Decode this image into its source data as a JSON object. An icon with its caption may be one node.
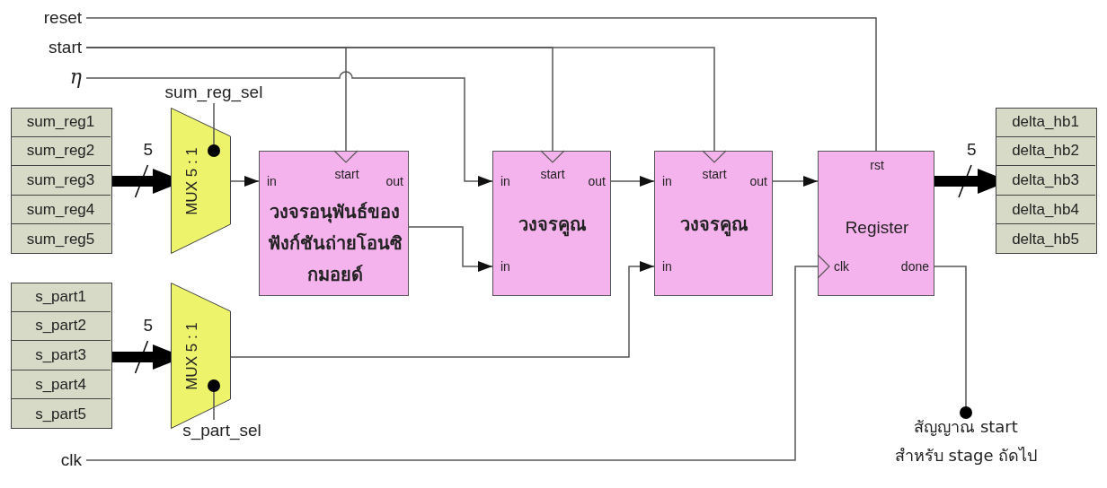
{
  "diagram": {
    "nodes": [
      {
        "text": [
          "reset"
        ]
      },
      {
        "text": [
          "start"
        ]
      },
      {
        "text": [
          "η"
        ]
      },
      {
        "text": [
          "sum_reg_sel"
        ]
      },
      {
        "text": [],
        "shape": "box"
      },
      {
        "text": [
          "sum_reg1"
        ],
        "in": 4
      },
      {
        "text": [
          "sum_reg2"
        ],
        "in": 4
      },
      {
        "text": [
          "sum_reg3"
        ],
        "in": 4
      },
      {
        "text": [
          "sum_reg4"
        ],
        "in": 4
      },
      {
        "text": [
          "sum_reg5"
        ],
        "in": 4
      },
      {
        "text": [
          "MUX 5 : 1"
        ]
      },
      {
        "text": [
          "in",
          "start",
          "out",
          "วงจรอนุพันธ์ของฟังก์ชันถ่ายโอนซิกมอยด์"
        ]
      },
      {
        "text": [
          "in",
          "start",
          "out",
          "วงจรคูณ",
          "in"
        ]
      },
      {
        "text": [
          "in",
          "start",
          "out",
          "วงจรคูณ",
          "in"
        ]
      },
      {
        "text": [
          "rst",
          "Register",
          "clk",
          "done"
        ]
      },
      {
        "text": [],
        "shape": "box"
      },
      {
        "text": [
          "delta_hb1"
        ],
        "in": 15
      },
      {
        "text": [
          "delta_hb2"
        ],
        "in": 15
      },
      {
        "text": [
          "delta_hb3"
        ],
        "in": 15
      },
      {
        "text": [
          "delta_hb4"
        ],
        "in": 15
      },
      {
        "text": [
          "delta_hb5"
        ],
        "in": 15
      },
      {
        "text": [],
        "shape": "box"
      },
      {
        "text": [
          "s_part1"
        ],
        "in": 21
      },
      {
        "text": [
          "s_part2"
        ],
        "in": 21
      },
      {
        "text": [
          "s_part3"
        ],
        "in": 21
      },
      {
        "text": [
          "s_part4"
        ],
        "in": 21
      },
      {
        "text": [
          "s_part5"
        ],
        "in": 21
      },
      {
        "text": [
          "MUX 5 : 1"
        ]
      },
      {
        "text": [
          "s_part_sel"
        ]
      },
      {
        "text": [
          "clk"
        ]
      },
      {
        "text": [
          "สัญญาณ start สำหรับ stage ถัดไป"
        ]
      }
    ],
    "edges": [
      {
        "from": 0,
        "to": 14,
        "arrow": "none"
      },
      {
        "from": 1,
        "to": 11,
        "arrow": "to"
      },
      {
        "from": 1,
        "to": 12,
        "arrow": "to"
      },
      {
        "from": 1,
        "to": 13,
        "arrow": "to"
      },
      {
        "from": 2,
        "to": 12,
        "arrow": "to"
      },
      {
        "from": 3,
        "to": 10,
        "arrow": "other"
      },
      {
        "from": 4,
        "to": 10,
        "arrow": "to",
        "label": "5",
        "style": "thick"
      },
      {
        "from": 10,
        "to": 11,
        "arrow": "to"
      },
      {
        "from": 11,
        "to": 12,
        "arrow": "to"
      },
      {
        "from": 12,
        "to": 13,
        "arrow": "to"
      },
      {
        "from": 13,
        "to": 14,
        "arrow": "to"
      },
      {
        "from": 14,
        "to": 15,
        "arrow": "to",
        "label": "5",
        "style": "thick"
      },
      {
        "from": 21,
        "to": 27,
        "arrow": "to",
        "label": "5",
        "style": "thick"
      },
      {
        "from": 27,
        "to": 13,
        "arrow": "to"
      },
      {
        "from": 28,
        "to": 27,
        "arrow": "other"
      },
      {
        "from": 29,
        "to": 14,
        "arrow": "to"
      },
      {
        "from": 14,
        "to": 30,
        "arrow": "other"
      }
    ]
  }
}
